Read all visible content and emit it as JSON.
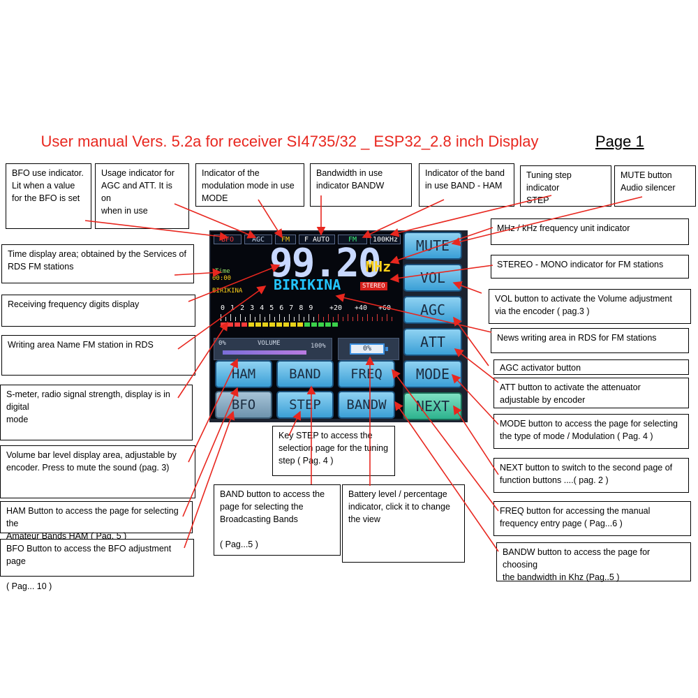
{
  "header": {
    "title": "User manual Vers. 5.2a for receiver SI4735/32 _ ESP32_2.8 inch Display",
    "page": "Page 1"
  },
  "annotations": {
    "bfo_indicator": "BFO use indicator.\nLit when a value\nfor the BFO is set",
    "agc_att_indicator": "Usage indicator for\nAGC and ATT. It is on\nwhen in use",
    "mode_indicator": "Indicator of the\nmodulation mode in use\nMODE",
    "bandwidth_indicator": "Bandwidth in use\nindicator BANDW",
    "band_indicator": "Indicator of the band\nin use BAND - HAM",
    "step_indicator": "Tuning step indicator\nSTEP",
    "mute_button": "MUTE button\nAudio silencer",
    "unit_indicator": "MHz / kHz frequency unit indicator",
    "time_area": "Time display area;  obtained by the Services of\nRDS FM stations",
    "stereo_indicator": "STEREO - MONO indicator for FM stations",
    "freq_digits": "Receiving frequency digits display",
    "vol_button": "VOL button to activate the Volume adjustment\nvia the encoder ( pag.3 )",
    "news_area": "News writing area in RDS for FM stations",
    "station_name": "Writing area Name FM station in RDS",
    "agc_button": "AGC activator button",
    "att_button": "ATT button to activate the  attenuator\nadjustable by encoder",
    "smeter": "S-meter, radio signal strength, display is in digital\nmode",
    "mode_button": "MODE button to access the page for selecting\nthe type of mode / Modulation  ( Pag. 4 )",
    "step_key": "Key STEP to access the\nselection page for the tuning\nstep ( Pag. 4 )",
    "volume_bar": "Volume bar level display area, adjustable by\nencoder. Press to mute the sound  (pag. 3)",
    "next_button": "NEXT button to switch to the second page of\nfunction buttons ....( pag. 2 )",
    "band_button": "BAND button to access the\npage for selecting the\nBroadcasting Bands\n\n ( Pag...5 )",
    "battery": "Battery level / percentage\nindicator, click it to change\nthe view",
    "ham_button": "HAM Button to access the page for selecting the\nAmateur Bands HAM   ( Pag. 5 )",
    "freq_button": "FREQ button for accessing the manual\nfrequency entry page   ( Pag...6 )",
    "bfo_button": "BFO Button to access the BFO adjustment page\n\n ( Pag... 10 )",
    "bandw_button": "BANDW button to access the page for choosing\nthe bandwidth in Khz (Pag..5 )"
  },
  "device": {
    "top_indicators": [
      "BFO",
      "AGC",
      "FM",
      "F AUTO",
      "FM",
      "100KHz"
    ],
    "time_label": "Time",
    "time_value": "00:00",
    "station_small": "BIRIKINA",
    "frequency": "99.20",
    "unit": "MHz",
    "station_name": "BIRIKINA",
    "stereo": "STEREO",
    "smeter_scale": "0 1 2 3 4 5 6 7 8 9",
    "smeter_plus": [
      "+20",
      "+40",
      "+60"
    ],
    "volume_label": "VOLUME",
    "volume_left": "0%",
    "volume_right": "100%",
    "battery_text": "0%",
    "side_buttons": [
      "MUTE",
      "VOL",
      "AGC",
      "ATT",
      "MODE",
      "NEXT"
    ],
    "bottom_buttons": [
      "HAM",
      "BAND",
      "FREQ",
      "BFO",
      "STEP",
      "BANDW"
    ]
  },
  "colors": {
    "title": "#e8271f",
    "arrow": "#e8271f",
    "frequency_digits": "#c8d8ff",
    "unit": "#ffd21a",
    "station": "#24c6ff",
    "stereo_bg": "#d8201b"
  }
}
